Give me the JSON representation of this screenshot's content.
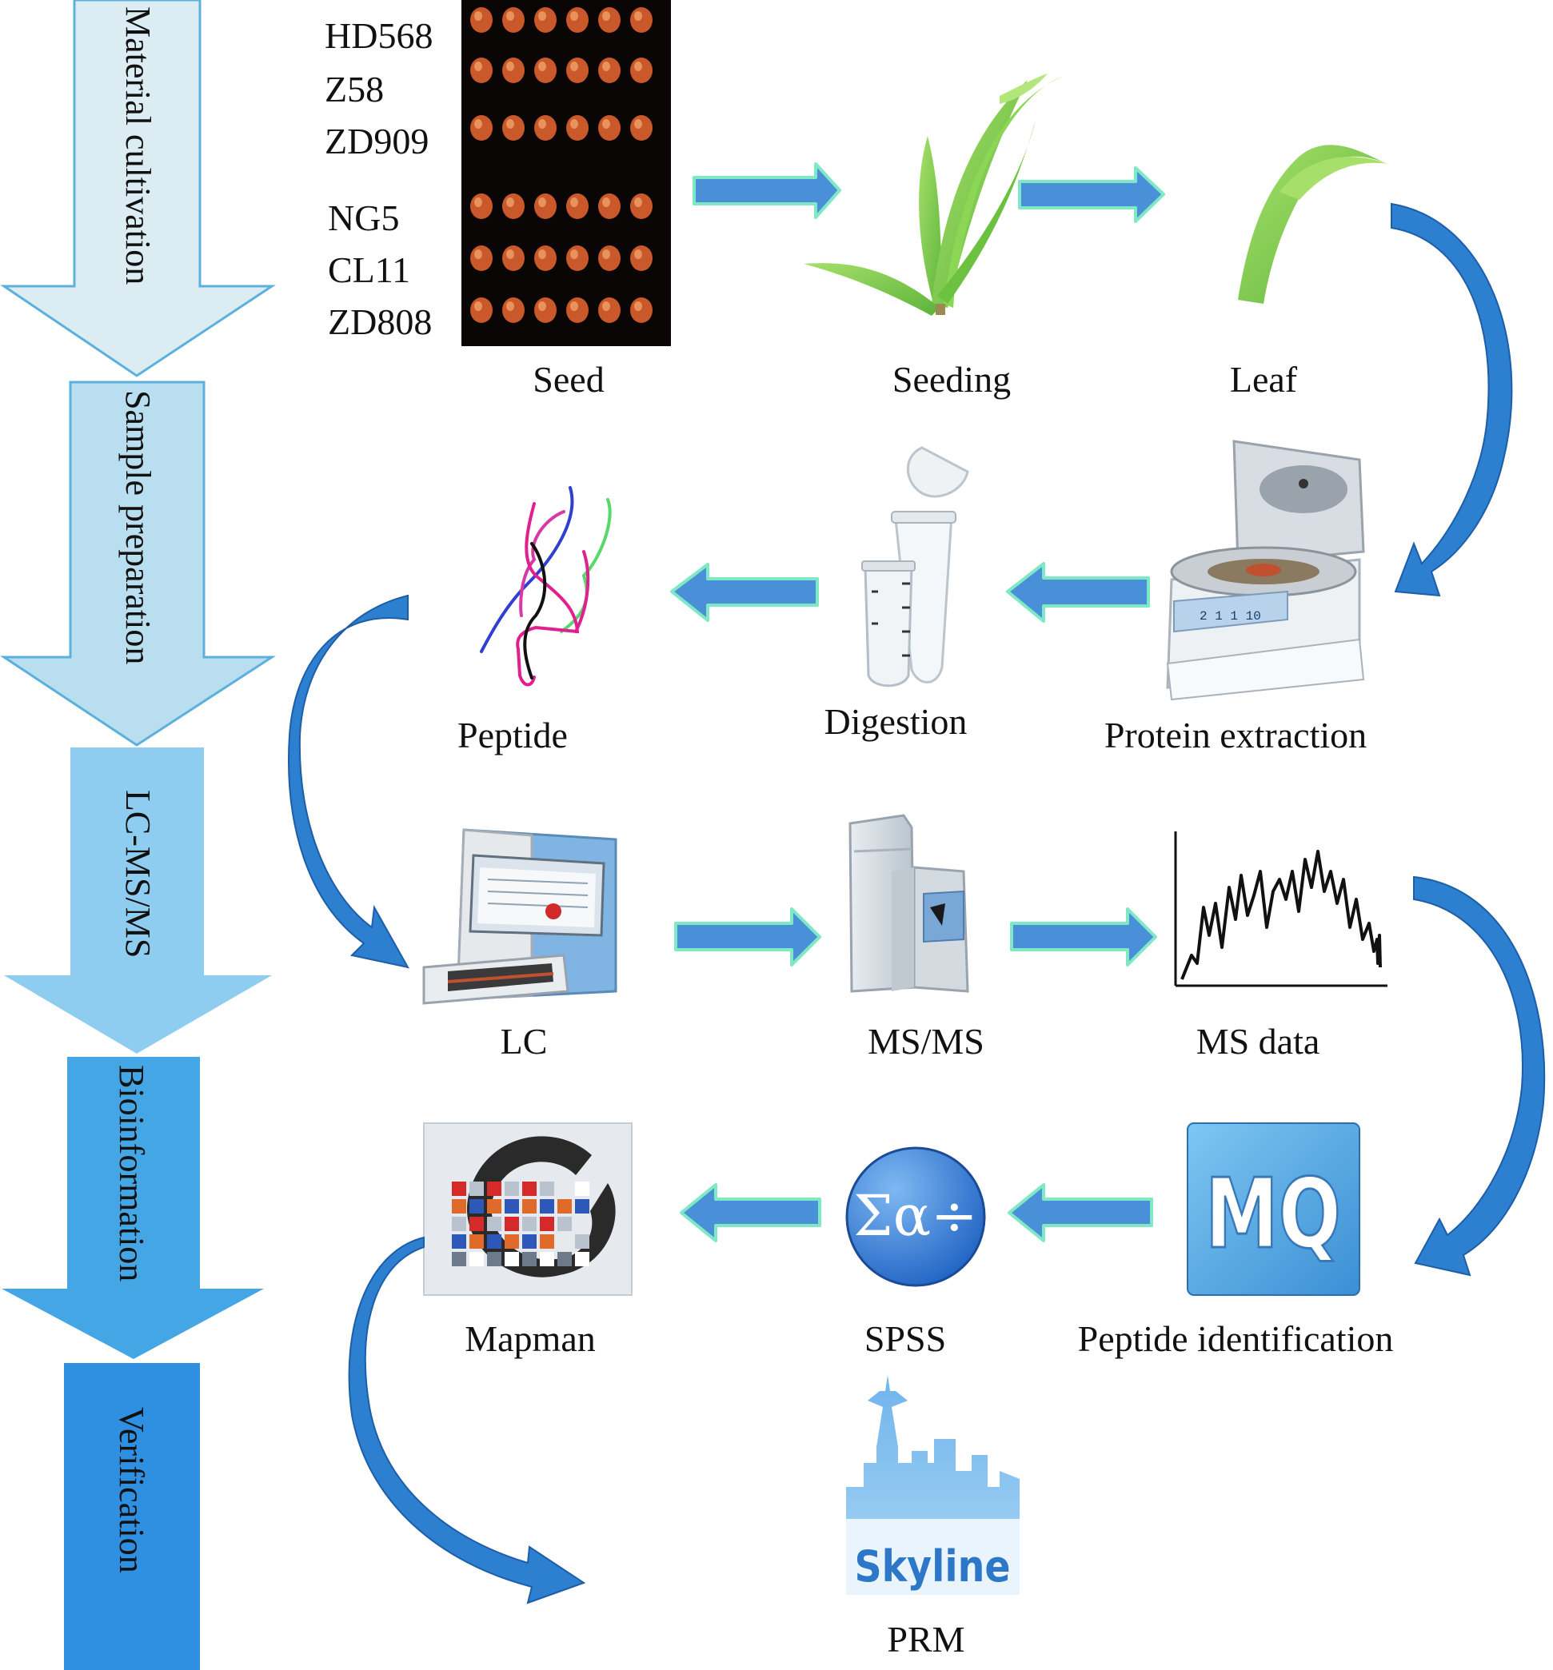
{
  "stages": [
    {
      "label": "Material cultivation"
    },
    {
      "label": "Sample preparation"
    },
    {
      "label": "LC-MS/MS"
    },
    {
      "label": "Bioinformation"
    },
    {
      "label": "Verification"
    }
  ],
  "varieties": [
    "HD568",
    "Z58",
    "ZD909",
    "NG5",
    "CL11",
    "ZD808"
  ],
  "steps": {
    "seed": "Seed",
    "seeding": "Seeding",
    "leaf": "Leaf",
    "protein_extraction": "Protein extraction",
    "digestion": "Digestion",
    "peptide": "Peptide",
    "lc": "LC",
    "msms": "MS/MS",
    "ms_data": "MS data",
    "peptide_identification": "Peptide identification",
    "spss": "SPSS",
    "mapman": "Mapman",
    "prm": "PRM"
  },
  "logos": {
    "maxquant_text": "MQ",
    "spss_symbol": "Σα÷",
    "skyline_text": "Skyline"
  },
  "colors": {
    "stage_1": "#dcecf3",
    "stage_2": "#b9def0",
    "stage_3": "#8fcdf0",
    "stage_4": "#45a6e6",
    "stage_5": "#2f8fe0",
    "flow_arrow": "#4a90d9",
    "flow_arrow_outline": "#7fe8c4",
    "curve_arrow": "#2d7fd0",
    "seed_background": "#0a0606",
    "plant_green": "#7fd048"
  }
}
